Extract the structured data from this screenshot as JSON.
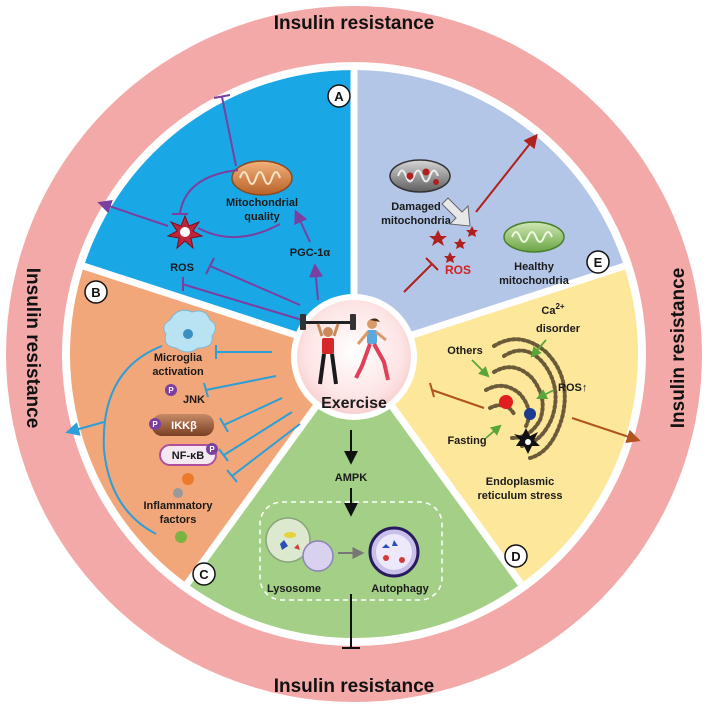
{
  "outer_labels": {
    "top": "Insulin resistance",
    "bottom": "Insulin resistance",
    "left": "Insulin resistance",
    "right": "Insulin resistance"
  },
  "center": {
    "label": "Exercise"
  },
  "sections": {
    "A": {
      "badge": "A",
      "color": "#1aa7e6",
      "mito_label_1": "Mitochondrial",
      "mito_label_2": "quality",
      "ros": "ROS",
      "pgc": "PGC-1α"
    },
    "B": {
      "badge": "B",
      "color": "#f2a77a",
      "microglia_1": "Microglia",
      "microglia_2": "activation",
      "jnk": "JNK",
      "ikkb": "IKKβ",
      "nfkb": "NF-κB",
      "phospho": "P",
      "inflam_1": "Inflammatory",
      "inflam_2": "factors"
    },
    "C": {
      "badge": "C",
      "color": "#a3cf86",
      "ampk": "AMPK",
      "lysosome": "Lysosome",
      "autophagy": "Autophagy"
    },
    "D": {
      "badge": "D",
      "color": "#fde79a",
      "others": "Others",
      "ca": "Ca",
      "ca_sup": "2+",
      "disorder": "disorder",
      "ros_up": "ROS↑",
      "fasting": "Fasting",
      "er_1": "Endoplasmic",
      "er_2": "reticulum stress"
    },
    "E": {
      "badge": "E",
      "color": "#b3c6e7",
      "damaged_1": "Damaged",
      "damaged_2": "mitochondria",
      "ros": "ROS",
      "healthy_1": "Healthy",
      "healthy_2": "mitochondria"
    }
  },
  "colors": {
    "ring": "#f4a9a9",
    "ring_inner_border": "#ffffff",
    "purple_arrow": "#7b3fa0",
    "blue_arrow": "#2a9fd8",
    "red_arrow": "#b0201c",
    "brown_arrow": "#b0531d",
    "black_arrow": "#111111"
  }
}
